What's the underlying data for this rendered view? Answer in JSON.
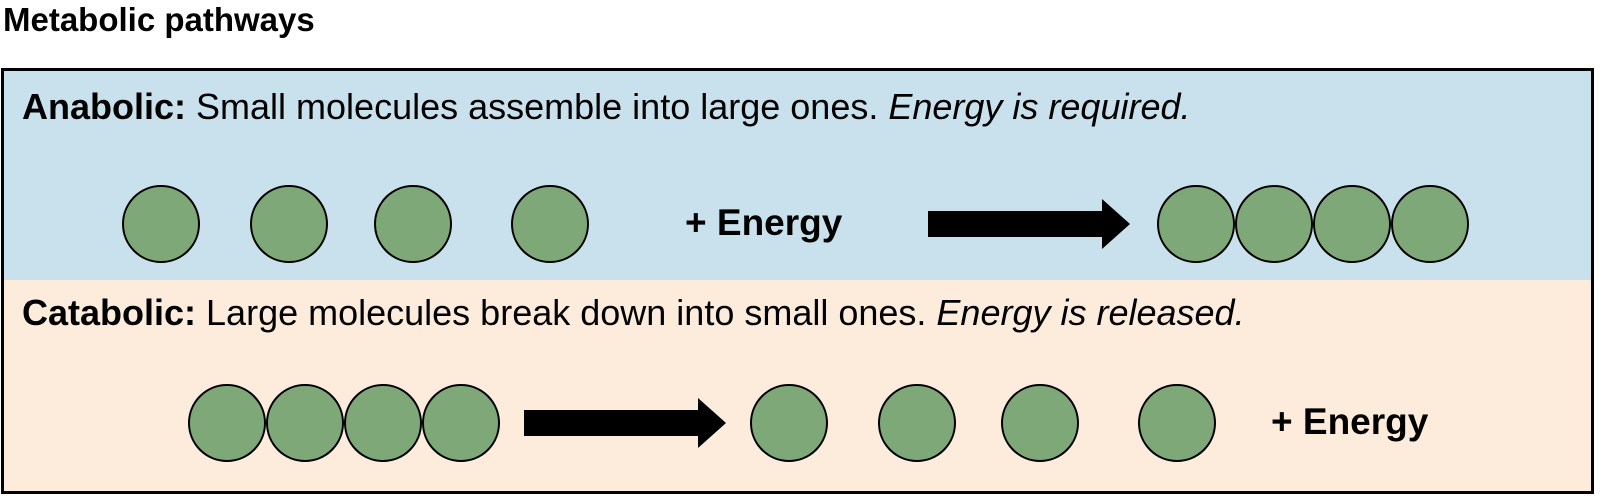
{
  "title": "Metabolic pathways",
  "anabolic": {
    "label": "Anabolic:",
    "text": " Small molecules assemble into large ones. ",
    "note": "Energy is required.",
    "energy": "+ Energy"
  },
  "catabolic": {
    "label": "Catabolic:",
    "text": " Large molecules break down into small ones. ",
    "note": "Energy is released.",
    "energy": "+ Energy"
  },
  "colors": {
    "anabolic_bg": "#c9e1ec",
    "catabolic_bg": "#fdecdc",
    "molecule": "#7ea878",
    "outline": "#000000"
  }
}
